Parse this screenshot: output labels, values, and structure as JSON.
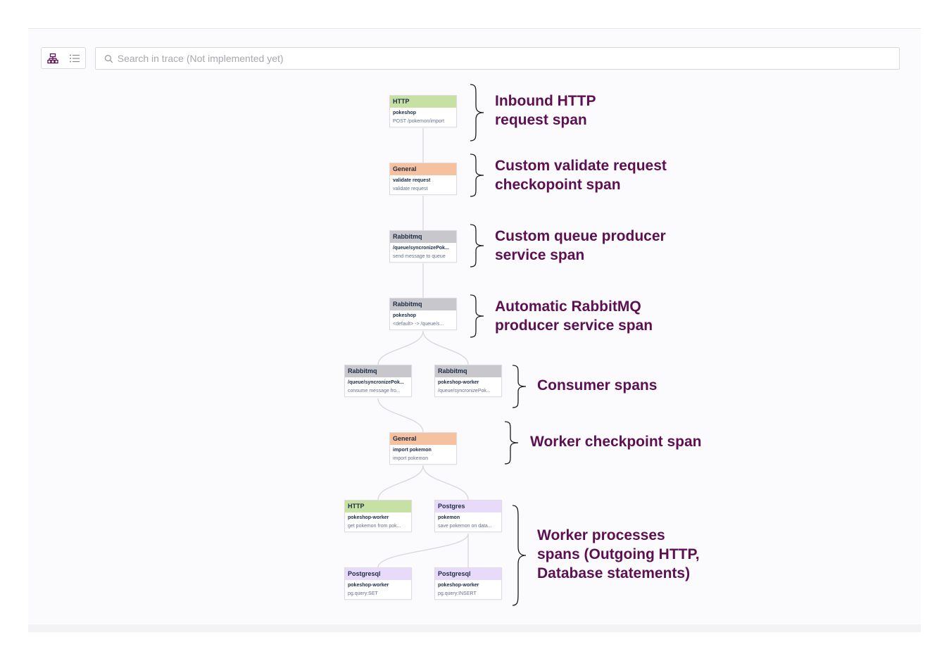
{
  "toolbar": {
    "search_placeholder": "Search in trace (Not implemented yet)"
  },
  "colors": {
    "http": "#c7e0a4",
    "general": "#f5c19e",
    "rabbitmq": "#c8c8cc",
    "postgres": "#e8dafb",
    "annotation": "#5c1052"
  },
  "nodes": [
    {
      "type": "HTTP",
      "service": "pokeshop",
      "operation": "POST /pokemon/import"
    },
    {
      "type": "General",
      "service": "validate request",
      "operation": "validate request"
    },
    {
      "type": "Rabbitmq",
      "service": "/queue/syncronizePok...",
      "operation": "send message to queue"
    },
    {
      "type": "Rabbitmq",
      "service": "pokeshop",
      "operation": "<default> -> /queue/s..."
    },
    {
      "type": "Rabbitmq",
      "service": "/queue/syncronizePok...",
      "operation": "consume message fro..."
    },
    {
      "type": "Rabbitmq",
      "service": "pokeshop-worker",
      "operation": "/queue/syncronizePok..."
    },
    {
      "type": "General",
      "service": "import pokemon",
      "operation": "import pokemon"
    },
    {
      "type": "HTTP",
      "service": "pokeshop-worker",
      "operation": "get pokemon from pok..."
    },
    {
      "type": "Postgres",
      "service": "pokemon",
      "operation": "save pokemon on data..."
    },
    {
      "type": "Postgresql",
      "service": "pokeshop-worker",
      "operation": "pg.query:SET"
    },
    {
      "type": "Postgresql",
      "service": "pokeshop-worker",
      "operation": "pg.query:INSERT"
    }
  ],
  "annotations": [
    {
      "line1": "Inbound HTTP",
      "line2": "request span"
    },
    {
      "line1": "Custom validate request",
      "line2": "checkopoint span"
    },
    {
      "line1": "Custom queue producer",
      "line2": "service span"
    },
    {
      "line1": "Automatic RabbitMQ",
      "line2": "producer service span"
    },
    {
      "line1": "Consumer spans"
    },
    {
      "line1": "Worker checkpoint span"
    },
    {
      "line1": "Worker processes",
      "line2": "spans (Outgoing HTTP,",
      "line3": "Database statements)"
    }
  ]
}
